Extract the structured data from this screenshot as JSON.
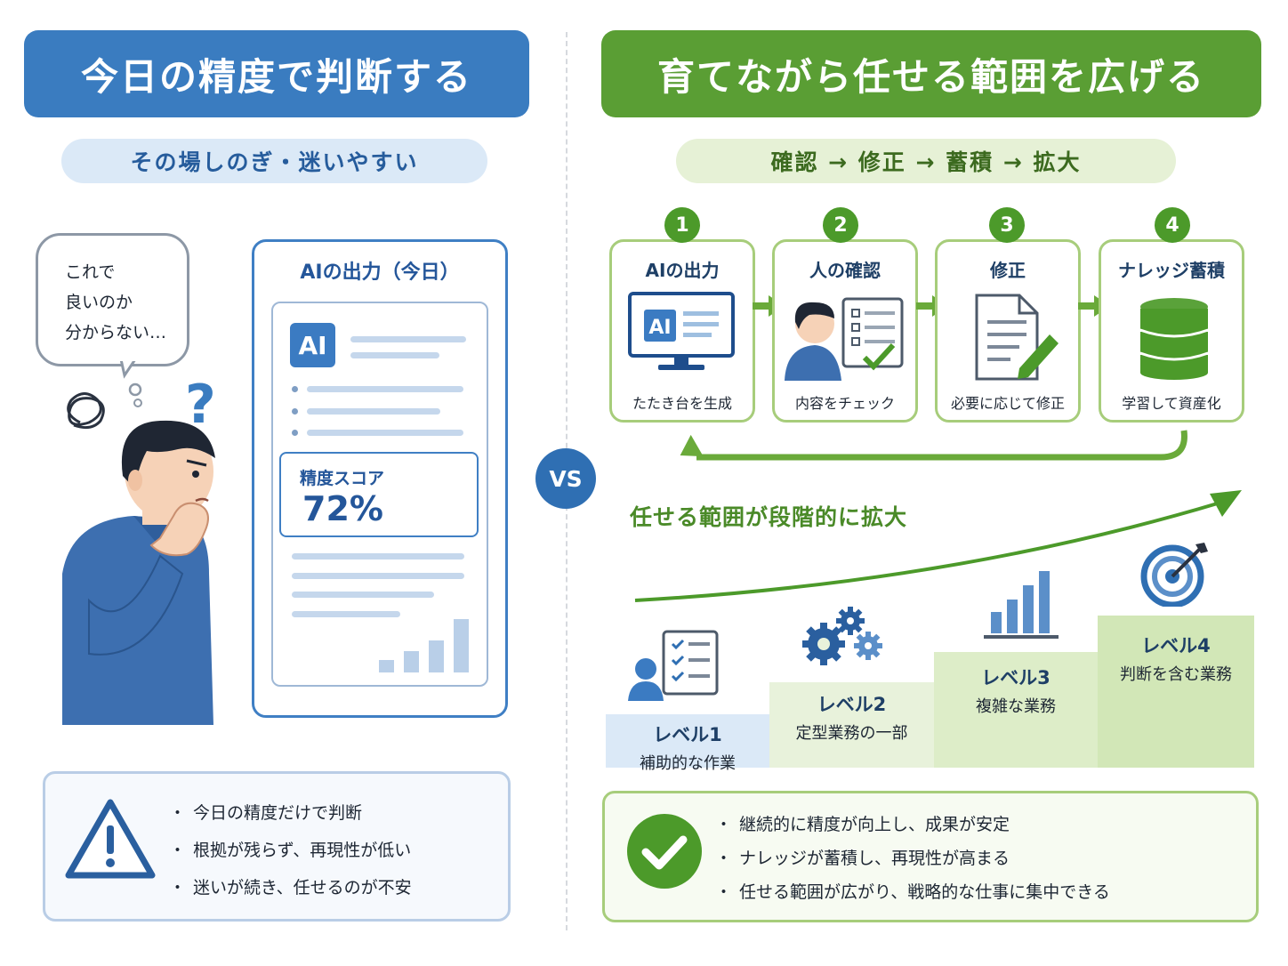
{
  "left": {
    "title": "今日の精度で判断する",
    "subtitle": "その場しのぎ・迷いやすい",
    "bubble_lines": [
      "これで",
      "良いのか",
      "分からない…"
    ],
    "output_card_title": "AIの出力（今日）",
    "ai_badge": "AI",
    "score_label": "精度スコア",
    "score_value": "72%",
    "warnings": [
      "今日の精度だけで判断",
      "根拠が残らず、再現性が低い",
      "迷いが続き、任せるのが不安"
    ]
  },
  "vs_label": "VS",
  "right": {
    "title": "育てながら任せる範囲を広げる",
    "subtitle": "確認 → 修正 → 蓄積 → 拡大",
    "steps": [
      {
        "num": "1",
        "title": "AIの出力",
        "sub": "たたき台を生成",
        "icon": "monitor-icon"
      },
      {
        "num": "2",
        "title": "人の確認",
        "sub": "内容をチェック",
        "icon": "person-checklist-icon"
      },
      {
        "num": "3",
        "title": "修正",
        "sub": "必要に応じて修正",
        "icon": "document-edit-icon"
      },
      {
        "num": "4",
        "title": "ナレッジ蓄積",
        "sub": "学習して資産化",
        "icon": "database-icon"
      }
    ],
    "monitor_badge": "AI",
    "growth_label": "任せる範囲が段階的に拡大",
    "levels": [
      {
        "title": "レベル1",
        "sub": "補助的な作業",
        "icon": "person-checklist-icon"
      },
      {
        "title": "レベル2",
        "sub": "定型業務の一部",
        "icon": "gears-icon"
      },
      {
        "title": "レベル3",
        "sub": "複雑な業務",
        "icon": "bar-chart-icon"
      },
      {
        "title": "レベル4",
        "sub": "判断を含む業務",
        "icon": "target-icon"
      }
    ],
    "benefits": [
      "継続的に精度が向上し、成果が安定",
      "ナレッジが蓄積し、再現性が高まる",
      "任せる範囲が広がり、戦略的な仕事に集中できる"
    ]
  },
  "colors": {
    "blue": "#3a7cc0",
    "green": "#5a9e34",
    "light_blue": "#dbe9f7",
    "light_green": "#e6f1d6"
  }
}
